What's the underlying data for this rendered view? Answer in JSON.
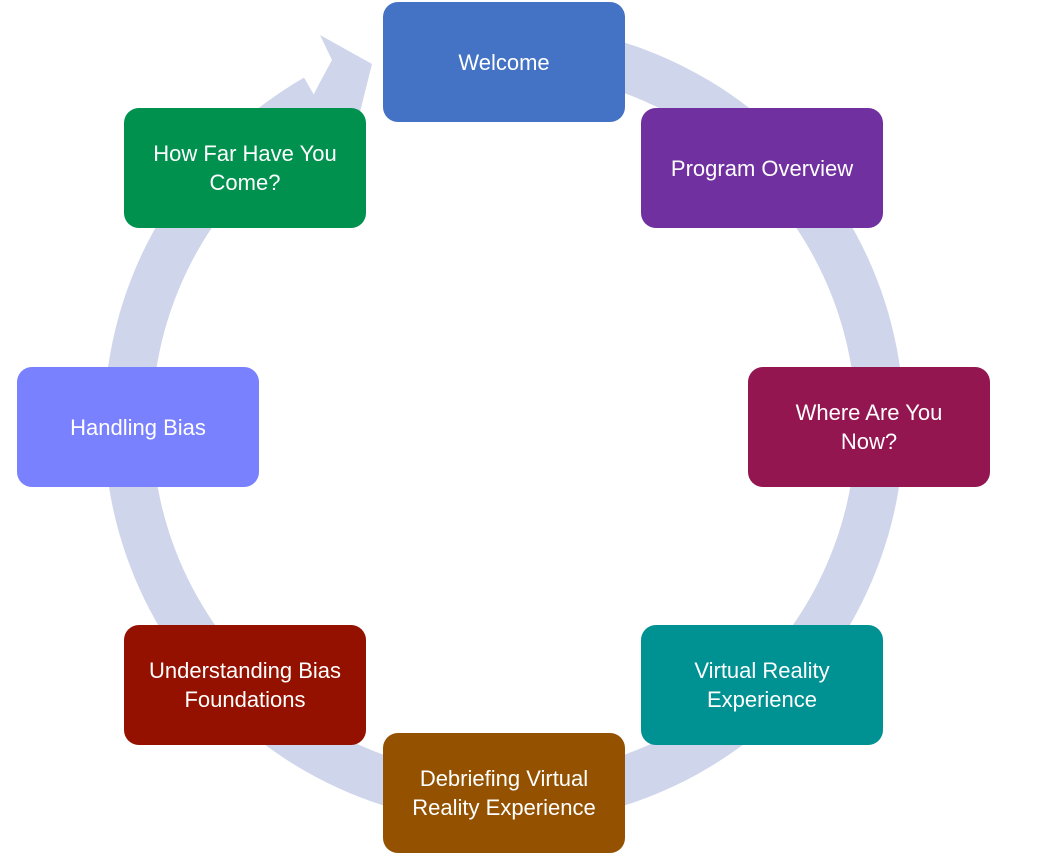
{
  "diagram": {
    "type": "cycle",
    "direction": "clockwise",
    "ring_color": "#CFD5EA",
    "steps": [
      {
        "label": "Welcome",
        "color": "#4472C4"
      },
      {
        "label": "Program Overview",
        "color": "#7030A0"
      },
      {
        "label": "Where Are You\nNow?",
        "color": "#941651"
      },
      {
        "label": "Virtual Reality\nExperience",
        "color": "#009193"
      },
      {
        "label": "Debriefing Virtual\nReality Experience",
        "color": "#945200"
      },
      {
        "label": "Understanding Bias\nFoundations",
        "color": "#941100"
      },
      {
        "label": "Handling Bias",
        "color": "#7A81FF"
      },
      {
        "label": "How Far Have You\nCome?",
        "color": "#00914F"
      }
    ]
  }
}
